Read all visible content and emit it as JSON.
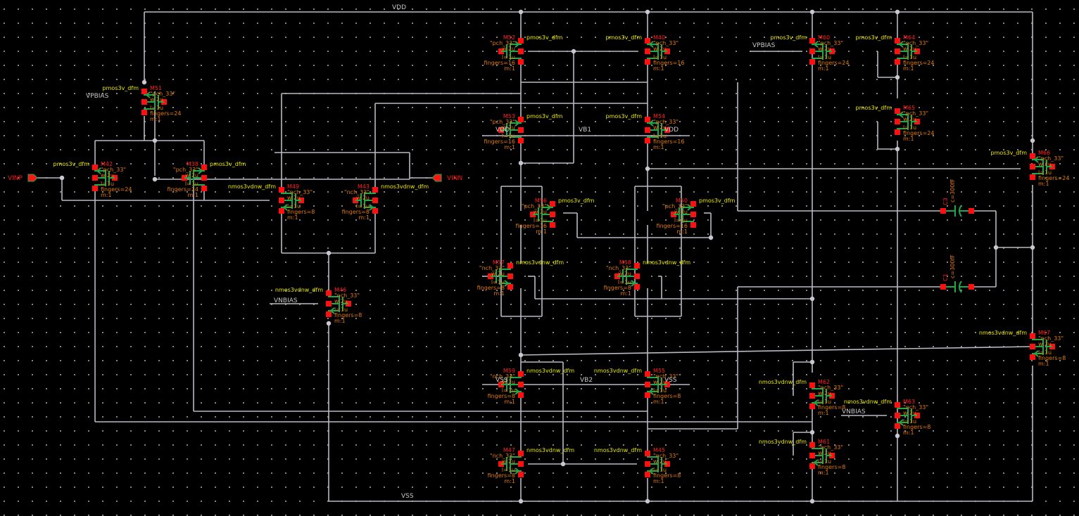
{
  "schematic": {
    "title": "Two-stage fully differential OTA schematic",
    "nets": {
      "vdd": "VDD",
      "vss": "VSS",
      "vb1": "VB1",
      "vb2": "VB2",
      "vpbias": "VPBIAS",
      "vnbias": "VNBIAS",
      "vdd_local": "VDD",
      "vss_local": "VSS"
    },
    "ports": {
      "vinp": "VINP",
      "vinn": "VINN"
    },
    "transistors": [
      {
        "id": "M51",
        "cell": "pmos3v_dfm",
        "model": "\"pch_33\"",
        "w": "w:2u",
        "l": "l=1u",
        "fingers": "fingers=24",
        "m": "m:1"
      },
      {
        "id": "M42",
        "cell": "pmos3v_dfm",
        "model": "\"pch_33\"",
        "w": "w:2u",
        "l": "l=1u",
        "fingers": "fingers=24",
        "m": "m:1"
      },
      {
        "id": "M38",
        "cell": "pmos3v_dfm",
        "model": "\"pch_33\"",
        "w": "w:2u",
        "l": "l=1u",
        "fingers": "fingers=24",
        "m": "m:1"
      },
      {
        "id": "M49",
        "cell": "nmos3vdnw_dfm",
        "model": "\"nch_33\"",
        "w": "w:2u",
        "l": "l=1u",
        "fingers": "fingers=8",
        "m": "m:1"
      },
      {
        "id": "M43",
        "cell": "nmos3vdnw_dfm",
        "model": "\"nch_33\"",
        "w": "w:2u",
        "l": "l=1u",
        "fingers": "fingers=8",
        "m": "m:1"
      },
      {
        "id": "M46",
        "cell": "nmos3vdnw_dfm",
        "model": "\"nch_33\"",
        "w": "w:2u",
        "l": "l=1u",
        "fingers": "fingers=8",
        "m": "m:1"
      },
      {
        "id": "M52",
        "cell": "pmos3v_dfm",
        "model": "\"pch_33\"",
        "w": "w:2u",
        "l": "l=1u",
        "fingers": "fingers=16",
        "m": "m:1"
      },
      {
        "id": "M40",
        "cell": "pmos3v_dfm",
        "model": "\"pch_33\"",
        "w": "w:2u",
        "l": "l=1u",
        "fingers": "fingers=16",
        "m": "m:1"
      },
      {
        "id": "M53",
        "cell": "pmos3v_dfm",
        "model": "\"pch_33\"",
        "w": "w:2u",
        "l": "l=1u",
        "fingers": "fingers=16",
        "m": "m:1"
      },
      {
        "id": "M54",
        "cell": "pmos3v_dfm",
        "model": "\"pch_33\"",
        "w": "w:2u",
        "l": "l=1u",
        "fingers": "fingers=16",
        "m": "m:1"
      },
      {
        "id": "M56",
        "cell": "pmos3v_dfm",
        "model": "\"pch_33\"",
        "w": "w:2u",
        "l": "l=1u",
        "fingers": "fingers=16",
        "m": "m:1"
      },
      {
        "id": "M50",
        "cell": "pmos3v_dfm",
        "model": "\"pch_33\"",
        "w": "w:2u",
        "l": "l=1u",
        "fingers": "fingers=16",
        "m": "m:1"
      },
      {
        "id": "M57",
        "cell": "nmos3vdnw_dfm",
        "model": "\"nch_33\"",
        "w": "w:2u",
        "l": "l=1u",
        "fingers": "fingers=8",
        "m": "m:1"
      },
      {
        "id": "M58",
        "cell": "nmos3vdnw_dfm",
        "model": "\"nch_33\"",
        "w": "w:2u",
        "l": "l=1u",
        "fingers": "fingers=8",
        "m": "m:1"
      },
      {
        "id": "M59",
        "cell": "nmos3vdnw_dfm",
        "model": "\"nch_33\"",
        "w": "w:2u",
        "l": "l=1u",
        "fingers": "fingers=8",
        "m": "m:1"
      },
      {
        "id": "M55",
        "cell": "nmos3vdnw_dfm",
        "model": "\"nch_33\"",
        "w": "w:2u",
        "l": "l=1u",
        "fingers": "fingers=8",
        "m": "m:1"
      },
      {
        "id": "M47",
        "cell": "nmos3vdnw_dfm",
        "model": "\"nch_33\"",
        "w": "w:2u",
        "l": "l=1u",
        "fingers": "fingers=8",
        "m": "m:1"
      },
      {
        "id": "M45",
        "cell": "nmos3vdnw_dfm",
        "model": "\"nch_33\"",
        "w": "w:2u",
        "l": "l=1u",
        "fingers": "fingers=8",
        "m": "m:1"
      },
      {
        "id": "M60",
        "cell": "pmos3v_dfm",
        "model": "\"pch_33\"",
        "w": "w:2u",
        "l": "l=1u",
        "fingers": "fingers=24",
        "m": "m:1"
      },
      {
        "id": "M64",
        "cell": "pmos3v_dfm",
        "model": "\"pch_33\"",
        "w": "w:2u",
        "l": "l=1u",
        "fingers": "fingers=24",
        "m": "m:1"
      },
      {
        "id": "M65",
        "cell": "pmos3v_dfm",
        "model": "\"pch_33\"",
        "w": "w:2u",
        "l": "l=1u",
        "fingers": "fingers=24",
        "m": "m:1"
      },
      {
        "id": "M66",
        "cell": "pmos3v_dfm",
        "model": "\"pch_33\"",
        "w": "w:2u",
        "l": "l=1u",
        "fingers": "fingers=24",
        "m": "m:1"
      },
      {
        "id": "M67",
        "cell": "nmos3vdnw_dfm",
        "model": "\"nch_33\"",
        "w": "w:2u",
        "l": "l=1u",
        "fingers": "fingers=8",
        "m": "m:1"
      },
      {
        "id": "M62",
        "cell": "nmos3vdnw_dfm",
        "model": "\"nch_33\"",
        "w": "w:2u",
        "l": "l=1u",
        "fingers": "fingers=8",
        "m": "m:1"
      },
      {
        "id": "M61",
        "cell": "nmos3vdnw_dfm",
        "model": "\"nch_33\"",
        "w": "w:2u",
        "l": "l=1u",
        "fingers": "fingers=8",
        "m": "m:1"
      },
      {
        "id": "M63",
        "cell": "nmos3vdnw_dfm",
        "model": "\"nch_33\"",
        "w": "w:2u",
        "l": "l=1u",
        "fingers": "fingers=8",
        "m": "m:1"
      }
    ],
    "capacitors": [
      {
        "id": "C3",
        "value": "c=300fF"
      },
      {
        "id": "C1",
        "value": "c=300fF"
      }
    ]
  }
}
